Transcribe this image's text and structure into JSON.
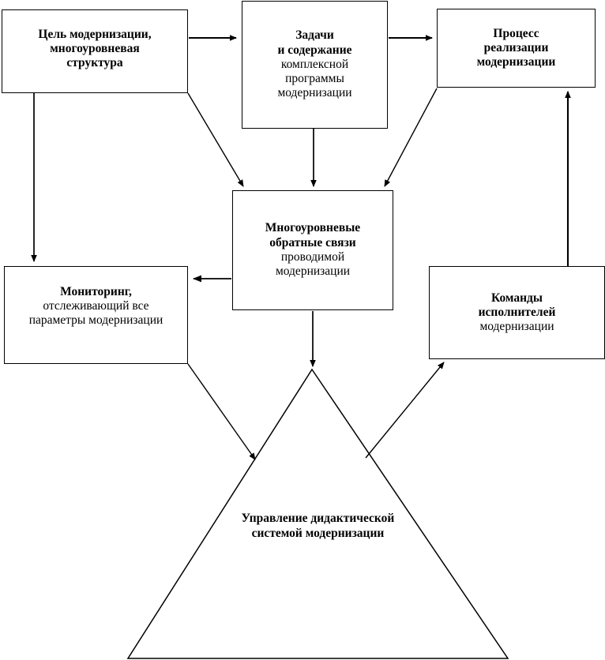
{
  "diagram": {
    "title_text": "Управление дидактической системой модернизации",
    "language": "ru",
    "stroke_color": "#000000",
    "background_color": "#ffffff",
    "nodes": {
      "goal": {
        "lines": [
          {
            "text": "Цель модернизации,",
            "bold": true
          },
          {
            "text": "многоуровневая",
            "bold": true
          },
          {
            "text": "структура",
            "bold": true
          }
        ]
      },
      "tasks": {
        "lines": [
          {
            "text": "Задачи",
            "bold": true
          },
          {
            "text": "и содержание",
            "bold": true
          },
          {
            "text": "комплексной",
            "bold": false
          },
          {
            "text": "программы",
            "bold": false
          },
          {
            "text": "модернизации",
            "bold": false
          }
        ]
      },
      "process": {
        "lines": [
          {
            "text": "Процесс",
            "bold": true
          },
          {
            "text": "реализации",
            "bold": true
          },
          {
            "text": "модернизации",
            "bold": true
          }
        ]
      },
      "feedback": {
        "lines": [
          {
            "text": "Многоуровневые",
            "bold": true
          },
          {
            "text": "обратные связи",
            "bold": true
          },
          {
            "text": "проводимой",
            "bold": false
          },
          {
            "text": "модернизации",
            "bold": false
          }
        ]
      },
      "monitoring": {
        "lines": [
          {
            "text": "Мониторинг,",
            "bold": true
          },
          {
            "text": "отслеживающий все",
            "bold": false
          },
          {
            "text": "параметры модернизации",
            "bold": false
          }
        ]
      },
      "teams": {
        "lines": [
          {
            "text": "Команды",
            "bold": true
          },
          {
            "text": "исполнителей",
            "bold": true
          },
          {
            "text": "модернизации",
            "bold": false
          }
        ]
      },
      "management_triangle": {
        "lines": [
          {
            "text": "Управление",
            "bold": true
          },
          {
            "text": "дидактической",
            "bold": true
          },
          {
            "text": "системой",
            "bold": true
          },
          {
            "text": "модернизации",
            "bold": true
          }
        ]
      }
    },
    "connectors": [
      {
        "name": "goal-to-tasks",
        "from": "goal",
        "to": "tasks",
        "style": "horizontal-arrow"
      },
      {
        "name": "tasks-to-process",
        "from": "tasks",
        "to": "process",
        "style": "horizontal-arrow"
      },
      {
        "name": "goal-to-monitoring",
        "from": "goal",
        "to": "monitoring",
        "style": "vertical-arrow"
      },
      {
        "name": "goal-to-feedback",
        "from": "goal",
        "to": "feedback",
        "style": "diagonal-arrow"
      },
      {
        "name": "tasks-to-feedback",
        "from": "tasks",
        "to": "feedback",
        "style": "vertical-arrow"
      },
      {
        "name": "process-to-feedback",
        "from": "process",
        "to": "feedback",
        "style": "diagonal-arrow"
      },
      {
        "name": "feedback-to-monitoring",
        "from": "feedback",
        "to": "monitoring",
        "style": "horizontal-arrow"
      },
      {
        "name": "feedback-to-triangle",
        "from": "feedback",
        "to": "management_triangle",
        "style": "vertical-arrow"
      },
      {
        "name": "monitoring-to-triangle",
        "from": "monitoring",
        "to": "management_triangle",
        "style": "diagonal-arrow"
      },
      {
        "name": "triangle-to-teams",
        "from": "management_triangle",
        "to": "teams",
        "style": "diagonal-arrow"
      },
      {
        "name": "teams-to-process",
        "from": "teams",
        "to": "process",
        "style": "vertical-arrow"
      }
    ]
  }
}
